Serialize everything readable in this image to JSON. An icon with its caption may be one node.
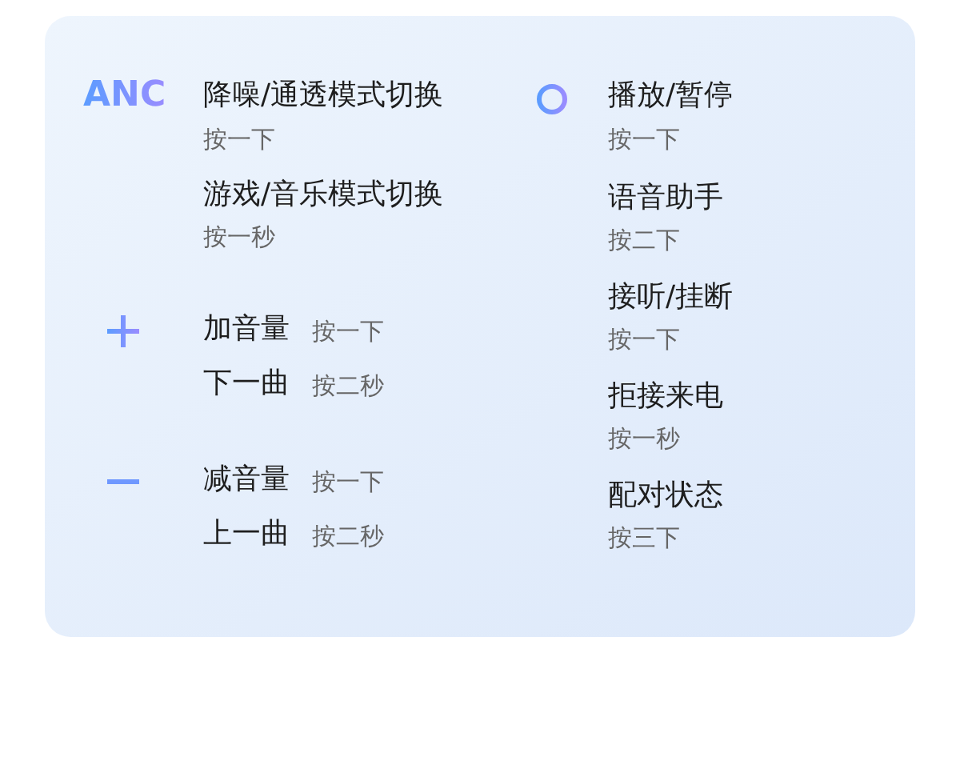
{
  "diagram": {
    "labels": [
      "ANC",
      "降噪/通透模式切换",
      "按一下",
      "游戏/音乐模式切换",
      "按一秒",
      "加音量",
      "按一下",
      "下一曲",
      "按二秒",
      "减音量",
      "按一下",
      "上一曲",
      "按二秒",
      "播放/暂停",
      "按一下",
      "语音助手",
      "按二下",
      "接听/挂断",
      "按一下",
      "拒接来电",
      "按一秒",
      "配对状态",
      "按三下"
    ]
  }
}
